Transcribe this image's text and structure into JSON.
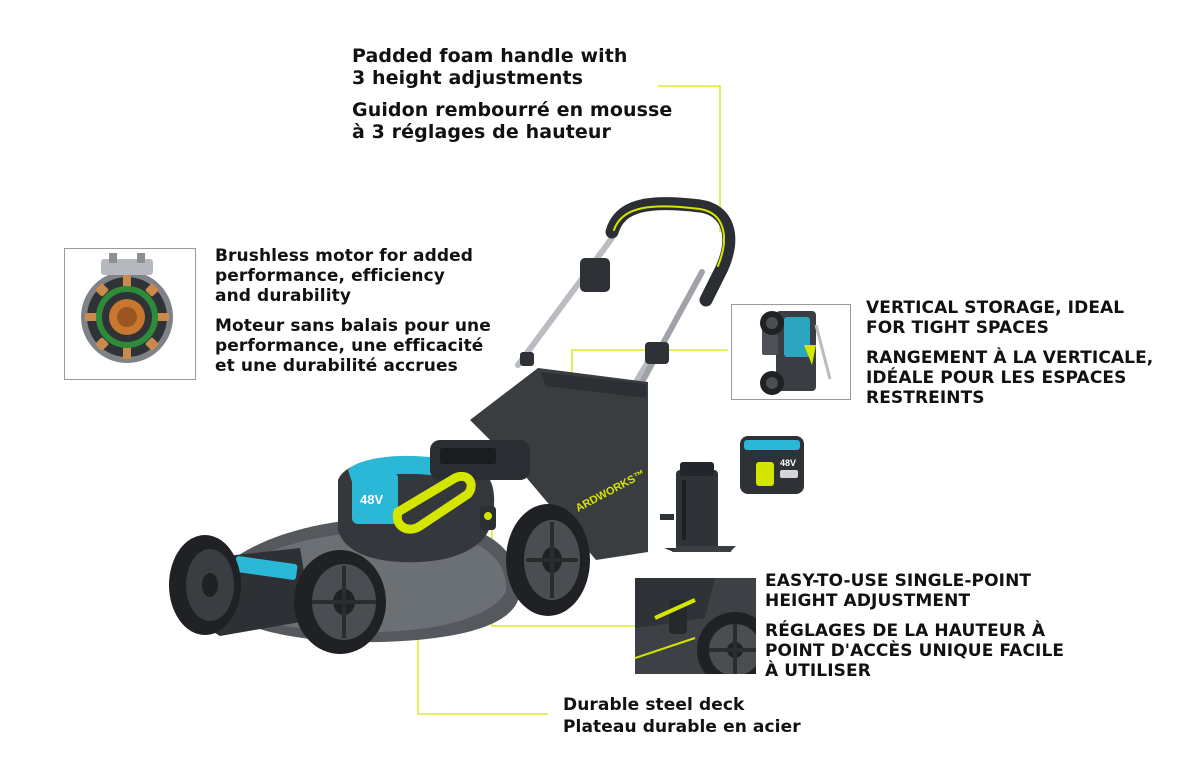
{
  "colors": {
    "accent": "#d4e600",
    "mower_body": "#3b3e42",
    "mower_dark": "#23262a",
    "teal": "#2bb7d6"
  },
  "callouts": {
    "handle": {
      "en_lines": [
        "Padded foam handle with",
        "3 height adjustments"
      ],
      "fr_lines": [
        "Guidon rembourré en mousse",
        "à 3 réglages de hauteur"
      ]
    },
    "motor": {
      "en_lines": [
        "Brushless motor for added",
        "performance, efficiency",
        "and durability"
      ],
      "fr_lines": [
        "Moteur sans balais pour une",
        "performance, une efficacité",
        "et une durabilité accrues"
      ]
    },
    "storage": {
      "en_lines": [
        "VERTICAL STORAGE, IDEAL",
        "FOR TIGHT SPACES"
      ],
      "fr_lines": [
        "RANGEMENT À LA VERTICALE,",
        "IDÉALE POUR LES ESPACES",
        "RESTREINTS"
      ]
    },
    "height": {
      "en_lines": [
        "EASY-TO-USE SINGLE-POINT",
        "HEIGHT ADJUSTMENT"
      ],
      "fr_lines": [
        "RÉGLAGES DE LA HAUTEUR À",
        "POINT D'ACCÈS UNIQUE FACILE",
        "À UTILISER"
      ]
    },
    "deck": {
      "en_lines": [
        "Durable steel deck"
      ],
      "fr_lines": [
        "Plateau durable en acier"
      ]
    }
  },
  "product_marks": {
    "bag_brand": "ARDWORKS™",
    "battery_voltage": "48V",
    "battery_top_voltage": "48V"
  },
  "icons": [
    "motor-inset",
    "vertical-storage-inset",
    "height-adjust-inset",
    "lawn-mower",
    "battery-charger",
    "battery-pack"
  ]
}
